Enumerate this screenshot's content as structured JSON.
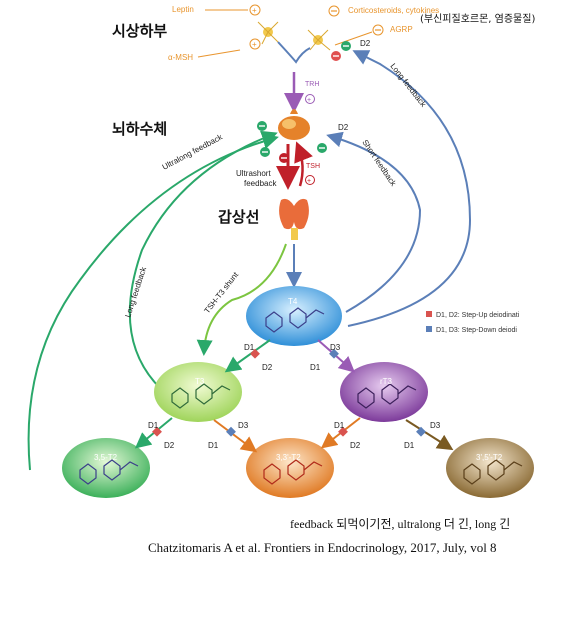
{
  "regions": {
    "hypothalamus": "시상하부",
    "pituitary": "뇌하수체",
    "thyroid": "갑상선",
    "hypothalamus_note": "(부신피질호르몬, 염증물질)"
  },
  "inputs": {
    "leptin": "Leptin",
    "amsh": "α-MSH",
    "corticosteroids": "Corticosteroids, cytokines",
    "agrp": "AGRP"
  },
  "hormones": {
    "trh": "TRH",
    "tsh": "TSH",
    "ultrashort": "Ultrashort",
    "feedback": "feedback"
  },
  "feedback_labels": {
    "long_feedback_top": "Long feedback",
    "short_feedback": "Short feedback",
    "ultralong_feedback": "Ultralong feedback",
    "long_feedback_left": "Long feedback",
    "shunt": "TSH-T3 shunt"
  },
  "enzymes": {
    "d1": "D1",
    "d2": "D2",
    "d3": "D3"
  },
  "nodes": {
    "t4": "T4",
    "t3": "T3",
    "rt3": "rT3",
    "t2a": "3,5-T2",
    "t2b": "3,3'-T2",
    "t2c": "3',5'-T2"
  },
  "legend": {
    "step_up": "D1, D2: Step-Up deiodinati",
    "step_down": "D1, D3: Step-Down deiodi"
  },
  "colors": {
    "green": "#2aa86a",
    "blue": "#5b7fb8",
    "red": "#c0202a",
    "purple": "#9a5bb5",
    "orange": "#e8952e"
  },
  "caption": {
    "line1": "feedback 되먹이기전, ultralong 더 긴, long 긴",
    "line2": "Chatzitomaris A et al. Frontiers in Endocrinology, 2017, July, vol 8"
  }
}
